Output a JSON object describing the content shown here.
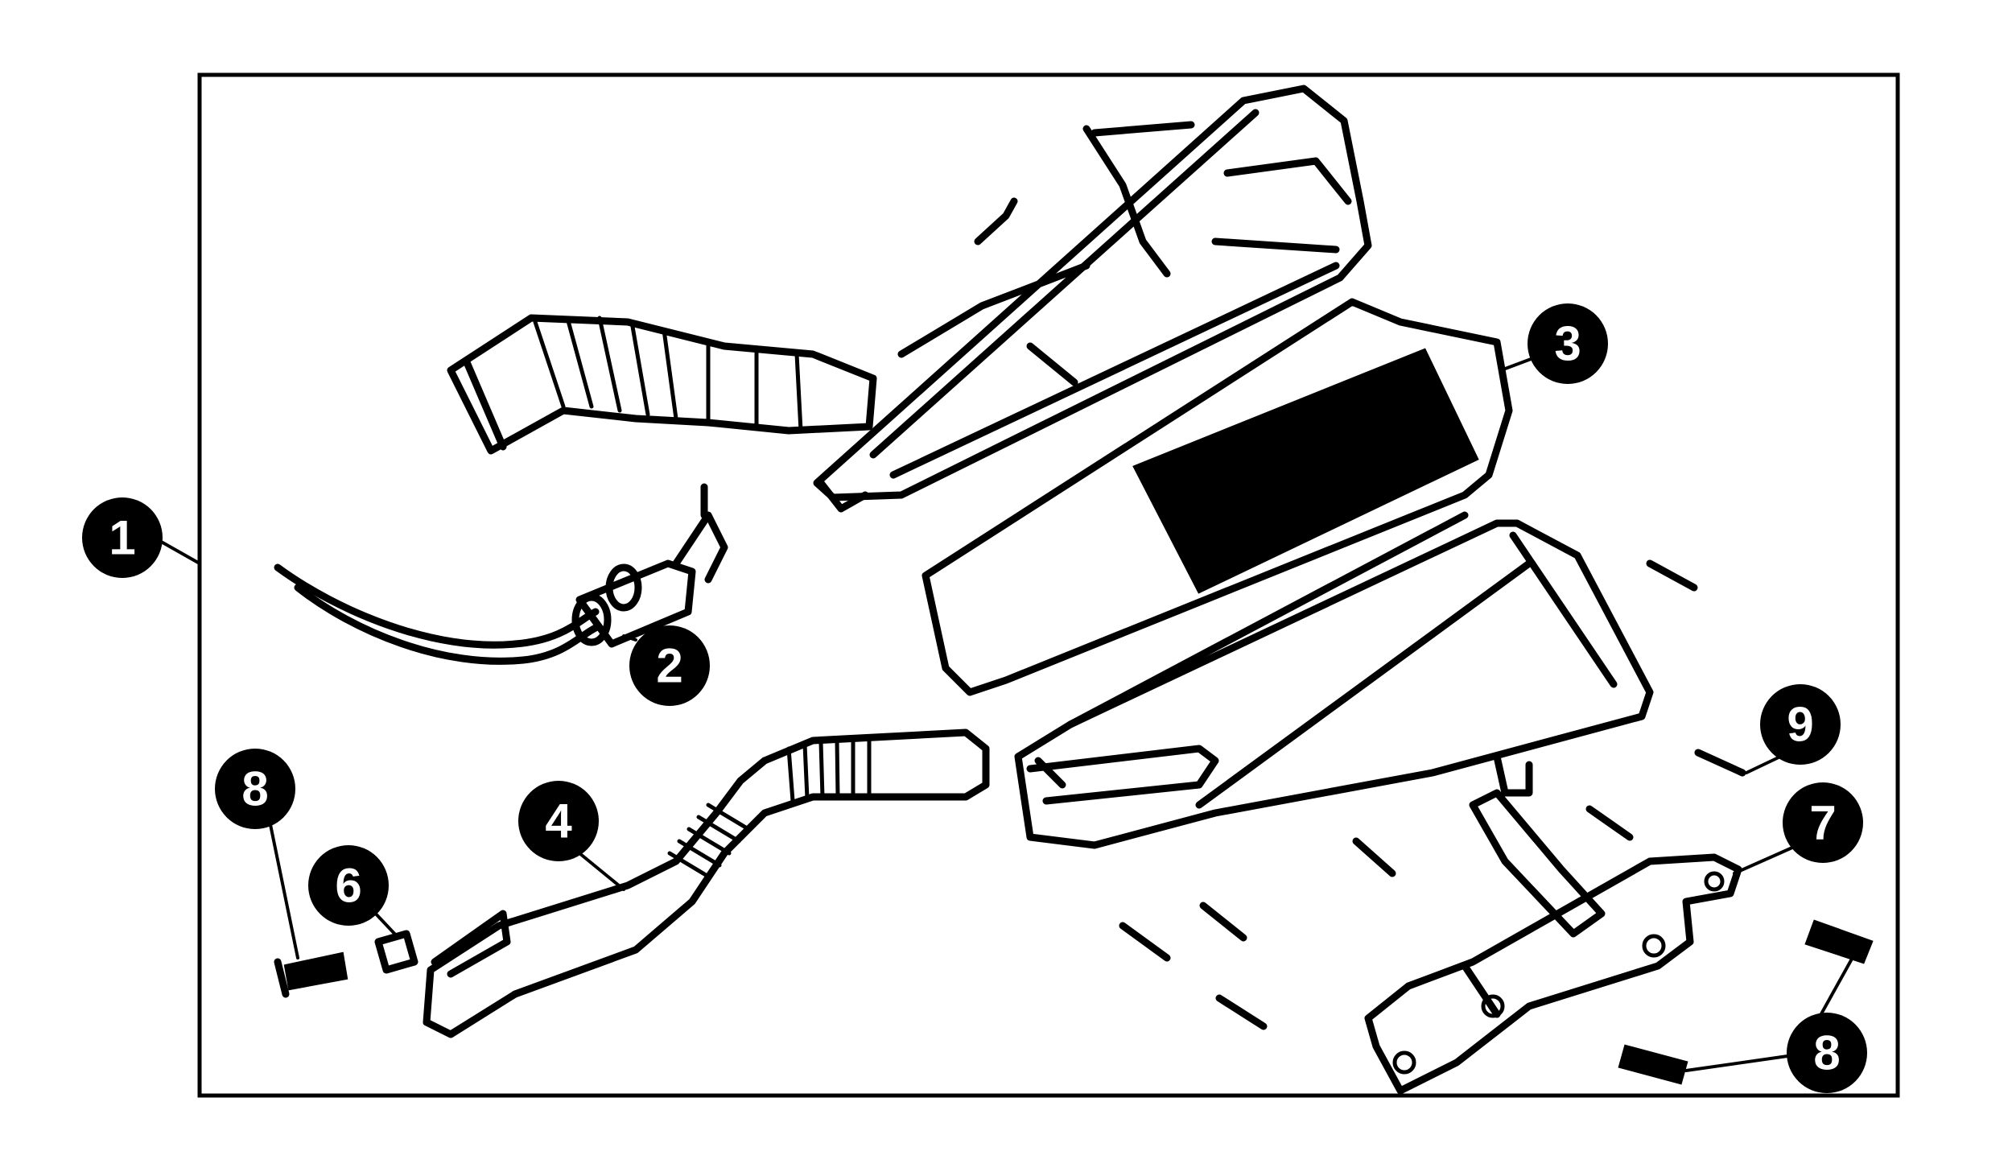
{
  "callouts": [
    {
      "id": "c1",
      "label": "1"
    },
    {
      "id": "c2",
      "label": "2"
    },
    {
      "id": "c3",
      "label": "3"
    },
    {
      "id": "c4",
      "label": "4"
    },
    {
      "id": "c6",
      "label": "6"
    },
    {
      "id": "c7",
      "label": "7"
    },
    {
      "id": "c8a",
      "label": "8"
    },
    {
      "id": "c8b",
      "label": "8"
    },
    {
      "id": "c9",
      "label": "9"
    }
  ]
}
